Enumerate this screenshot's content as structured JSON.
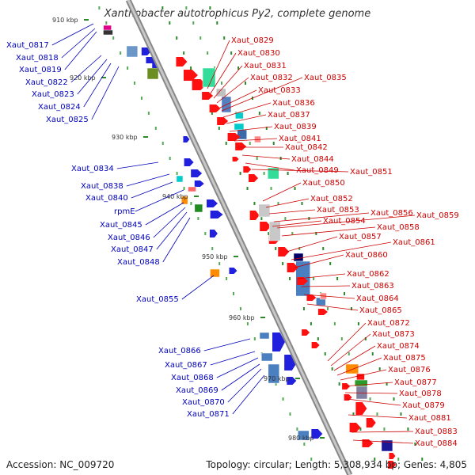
{
  "title": "Xanthobacter autotrophicus Py2, complete genome",
  "footer": {
    "accession": "Accession: NC_009720",
    "info": "Topology: circular; Length: 5,308,934 bp; Genes: 4,805"
  },
  "colors": {
    "forward_label": "#cc0000",
    "reverse_label": "#0000bb",
    "backbone": "#999999"
  },
  "ticks": [
    "910 kbp",
    "920 kbp",
    "930 kbp",
    "940 kbp",
    "950 kbp",
    "960 kbp",
    "970 kbp",
    "980 kbp"
  ],
  "labels_left": [
    "Xaut_0817",
    "Xaut_0818",
    "Xaut_0819",
    "Xaut_0822",
    "Xaut_0823",
    "Xaut_0824",
    "Xaut_0825",
    "Xaut_0834",
    "Xaut_0838",
    "Xaut_0840",
    "rpmE",
    "Xaut_0845",
    "Xaut_0846",
    "Xaut_0847",
    "Xaut_0848",
    "Xaut_0855",
    "Xaut_0866",
    "Xaut_0867",
    "Xaut_0868",
    "Xaut_0869",
    "Xaut_0870",
    "Xaut_0871"
  ],
  "labels_right": [
    "Xaut_0829",
    "Xaut_0830",
    "Xaut_0831",
    "Xaut_0832",
    "Xaut_0835",
    "Xaut_0833",
    "Xaut_0836",
    "Xaut_0837",
    "Xaut_0839",
    "Xaut_0841",
    "Xaut_0842",
    "Xaut_0844",
    "Xaut_0849",
    "Xaut_0851",
    "Xaut_0850",
    "Xaut_0852",
    "Xaut_0853",
    "Xaut_0856",
    "Xaut_0859",
    "Xaut_0854",
    "Xaut_0858",
    "Xaut_0857",
    "Xaut_0861",
    "Xaut_0860",
    "Xaut_0862",
    "Xaut_0863",
    "Xaut_0864",
    "Xaut_0865",
    "Xaut_0872",
    "Xaut_0873",
    "Xaut_0874",
    "Xaut_0875",
    "Xaut_0876",
    "Xaut_0877",
    "Xaut_0878",
    "Xaut_0879",
    "Xaut_0881",
    "Xaut_0883",
    "Xaut_0884"
  ]
}
